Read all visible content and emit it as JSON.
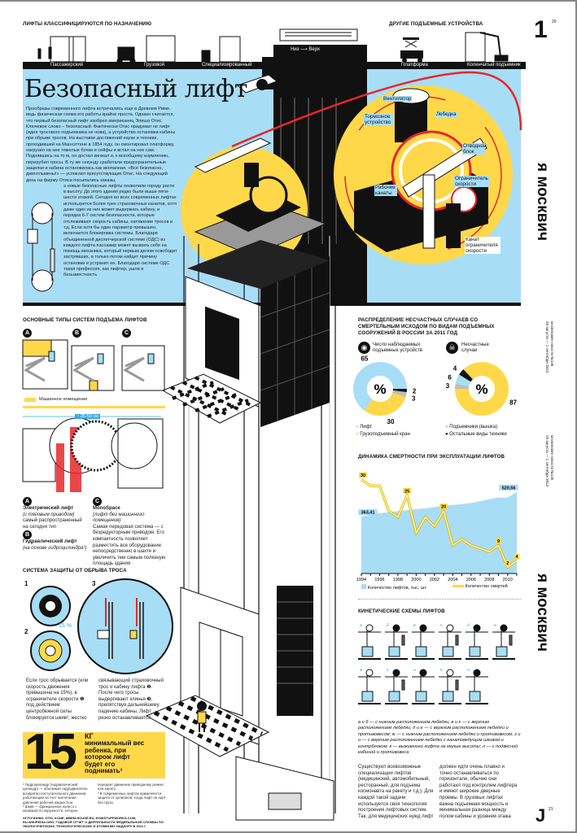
{
  "header": {
    "left_title": "Лифты классифицируются по назначению",
    "right_title": "Другие подъемные устройства",
    "page_number_top": "1",
    "page_sub_top": "20",
    "page_number_bottom": "J",
    "page_sub_bottom": "21",
    "categories": [
      "Пассажирский",
      "Грузовой",
      "Специализированный"
    ],
    "other_devices": [
      "Платформа",
      "Коленчатый подъемник"
    ],
    "tower_sign": "Низ ⟶ Верх"
  },
  "title": "Безопасный лифт",
  "intro": "Прообразы современного лифта встречались еще в Древнем Риме, ведь физическая схема его работы крайне проста. Однако считается, что первый безопасный лифт изобрел американец Элиша Отис. Ключевое слово – безопасный. Фактически Отис придумал не лифт (идея тросового подъемника не нова), а устройство остановки кабины при обрыве тросов. На выставке достижений науки и техники, проходившей на Манхэттене в 1854 году, он смонтировал платформу, нагрузил на нее тяжелые бочки и сейфы и встал на нее сам. Поднявшись на то м, он достал кинжал и, к всеобщему изумлению, перерубил тросы. В ту же секунду сработали предохранительные защелки и кабина остановилась как вкопанная. «Все безопасно, джентльмены!» — успокоил присутствующих Отис. На следующий день на фирму Отиса посыпались заказы,",
  "intro2": "а новые безопасные лифты позволили городу расти в высоту. До этого здания редко были выше пяти-шести этажей. Сегодня во всех современных лифтах используется более трех страховочных канатов, хотя даже один из них может выдержать кабину, и порядка 6-7 систем безопасности, которые отслеживают скорость кабины, натяжение тросов и т.д. Если хотя бы один параметр превышен, включается блокировка системы. Благодаря объединенной диспетчерской системе (ОДС) из каждого лифта пассажир может вызвать себе на помощь механика, который первым делом освободит застрявших, а только потом найдет причину остановки и устранит ее. Благодаря системе ОДС такая профессия, как лифтер, ушла в безызвестность",
  "machine_labels": [
    "Вентилятор",
    "Тормозное устройство",
    "Лебедка",
    "Отводной блок",
    "Рабочие канаты",
    "Ограничитель скорости",
    "Канат ограничителя скорости"
  ],
  "lift_systems": {
    "title": "Основные типы систем подъема лифтов",
    "badges": [
      "A",
      "B",
      "C"
    ],
    "legend": "Машинное помещение",
    "dimension": "~ 35-50 см",
    "a_title": "Электрический лифт",
    "a_sub": "(с тяговым приводом)",
    "a_text": "самый распространенный на сегодня тип",
    "b_title": "Гидравлический лифт",
    "b_sub": "(на основе гидроцилиндра¹)",
    "c_title": "MonoSpace",
    "c_sub": "(лифт без машинного помещения)",
    "c_text": "Самая передовая система — с безредукторным приводом. Его компактность позволяет разместить все оборудование непосредственно в шахте и увеличить тем самым полезную площадь здания"
  },
  "protection": {
    "title": "Система защиты от обрыва троса",
    "steps": [
      "1",
      "2",
      "3"
    ],
    "percent": "15 %",
    "text1": "Если трос обрывается (или скорость движения превышена на 15%), в ограничителе скорости ❶ под действием центробежной силы блокируется шкив², жестко связывающий страховочный трос и кабину лифта ❷. После чего тросы выдергивают клинья ❸, препятствуя дальнейшему падению кабины. Лифт резко останавливается"
  },
  "fact": {
    "number": "15",
    "unit": "КГ",
    "text": "минимальный вес ребенка, при котором лифт будет его поднимать³"
  },
  "footnotes": [
    "¹ Гидроцилиндр (гидравлический цилиндр) — объемный гидродвигатель возвратно-поступательного движения, работающий за счет нагнетания давления рабочей жидкостью.",
    "² Шкив — фрикционное колесо с канавкой по окружности, которое передает движение приводному ремню или канату",
    "³ В современных лифтах применяется защита от хулиганов, когда лифт не едет без груза",
    "ИСТОЧНИКИ: OTIS, KONE, MBEM-HOUSE.RU, HOWSTUFFWORKS.COM, RU.WIKIPEDIA.ORG, ГОДОВОЙ ОТЧЕТ О ДЕЯТЕЛЬНОСТИ ФЕДЕРАЛЬНОЙ СЛУЖБЫ ПО ЭКОЛОГИЧЕСКОМУ, ТЕХНОЛОГИЧЕСКОМУ И АТОМНОМУ НАДЗОРУ В 2011 Г."
  ],
  "sidebar": {
    "brand": "я москвич",
    "issue_line1": "московские новости №146",
    "issue_line2": "29 августа — 1 сентября 2013"
  },
  "colors": {
    "blue": "#a8ddf6",
    "yellow": "#ffd84a",
    "red": "#e8262a",
    "black": "#111111",
    "gray": "#bdbdbd"
  },
  "chart_data": [
    {
      "type": "pie",
      "title": "Распределение несчастных случаев со смертельным исходом по видам подъемных сооружений в России за 2011 год",
      "center_label": "%",
      "charts": [
        {
          "name": "Число наблюдаемых подъемных устройств",
          "icon": "eye-icon",
          "slices": [
            {
              "label": "Лифт",
              "value": 65
            },
            {
              "label": "Остальные виды техники",
              "value": 2
            },
            {
              "label": "Подъемники (вышка)",
              "value": 3
            },
            {
              "label": "Грузоподъемный кран",
              "value": 30
            }
          ]
        },
        {
          "name": "Несчастные случаи",
          "icon": "skull-icon",
          "slices": [
            {
              "label": "Грузоподъемный кран",
              "value": 87
            },
            {
              "label": "Подъемники (вышка)",
              "value": 3
            },
            {
              "label": "Лифт",
              "value": 6
            },
            {
              "label": "Остальные виды техники",
              "value": 4
            }
          ]
        }
      ],
      "legend": [
        "Лифт",
        "Грузоподъемный кран",
        "Подъемники (вышка)",
        "Остальные виды техники"
      ]
    },
    {
      "type": "area",
      "title": "Динамика смертности при эксплуатации лифтов",
      "x": [
        1994,
        1995,
        1996,
        1997,
        1998,
        1999,
        2000,
        2001,
        2002,
        2003,
        2004,
        2005,
        2006,
        2007,
        2008,
        2009,
        2010,
        2011
      ],
      "xticks": [
        "1994",
        "1996",
        "1998",
        "2000",
        "2002",
        "2004",
        "2006",
        "2008",
        "2010"
      ],
      "series": [
        {
          "name": "Количество лифтов, тыс. шт.",
          "type": "area",
          "values": [
            363.41,
            375,
            385,
            392,
            398,
            405,
            412,
            416,
            425,
            432,
            438,
            443,
            450,
            462,
            475,
            485,
            485,
            520.56
          ],
          "ylim": [
            0,
            660
          ]
        },
        {
          "name": "Количество смертей",
          "type": "line",
          "values": [
            30,
            28,
            28,
            20,
            18,
            25,
            13,
            18,
            15,
            20,
            9,
            11,
            9,
            8,
            7,
            9,
            2,
            4
          ],
          "ylim": [
            0,
            33
          ]
        }
      ],
      "labels": {
        "lifts_first": "363,41",
        "lifts_last": "520,56",
        "deaths": [
          "30",
          "25",
          "20",
          "9",
          "2",
          "4"
        ]
      }
    }
  ],
  "kinetic": {
    "title": "Кинетические схемы лифтов",
    "letters": [
      "а",
      "б",
      "в",
      "г",
      "д",
      "е",
      "ж",
      "з",
      "и",
      "к",
      "л"
    ],
    "caption": "а и б — с нижним расположением лебедки; в и г — с верхним расположением лебедки; д и е — с верхним расположением лебедки и противовесом; ж — с нижним расположением лебедки и противовесом; з и и — с верхним расположением лебедки с канатоведущим шкивом и контрблоком; к — выжимного лифта на малые высоты; л — с подвесной кабиной и противовеса",
    "text_col1": "Существуют всевозможные специализации лифтов (медицинский, автомобильный, ресторанный, для подъема космонавта на ракету и т.д.). Для каждой такой задачи используется своя технология построения лифтовых систем. Так, для медицинских нужд лифт",
    "text_col2": "должен идти очень плавно и точно останавливаться по горизонтали, обычно они работают под контролем лифтера и имеют широкие дверные проемы. В грузовых лифтах важна подъемная мощность и минимальная разница между полом кабины и уровнем этажа"
  }
}
